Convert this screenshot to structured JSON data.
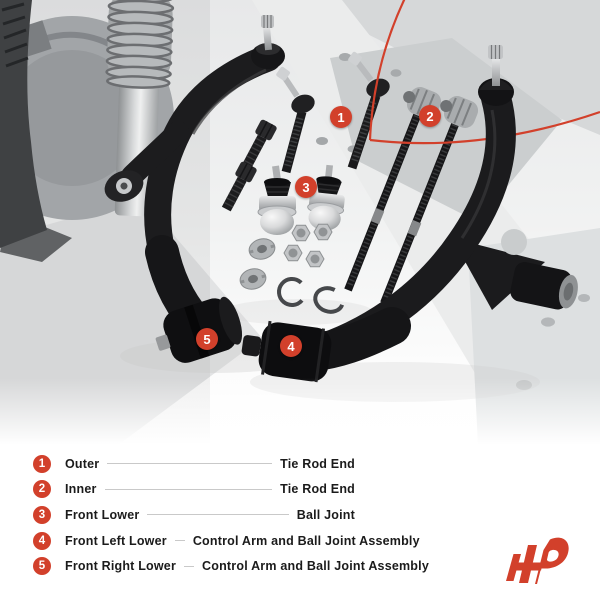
{
  "colors": {
    "accent": "#d2402b",
    "badge_text": "#ffffff",
    "leader_line": "#c9c9c9",
    "legend_text": "#1b1b1b"
  },
  "photo": {
    "description": "grayscale suspension corner with front lower control arm kit parts",
    "markers": [
      {
        "label": "1"
      },
      {
        "label": "2"
      },
      {
        "label": "3"
      },
      {
        "label": "4"
      },
      {
        "label": "5"
      }
    ],
    "parts_depicted": [
      "outer tie rod ends",
      "inner tie rod ends",
      "ball joints",
      "control arm and ball joint assemblies",
      "bolts",
      "washers",
      "nuts",
      "snap rings"
    ]
  },
  "legend": {
    "rows": [
      {
        "num": "1",
        "location": "Outer",
        "part": "Tie Rod End"
      },
      {
        "num": "2",
        "location": "Inner",
        "part": "Tie Rod End"
      },
      {
        "num": "3",
        "location": "Front Lower",
        "part": "Ball Joint"
      },
      {
        "num": "4",
        "location": "Front Left Lower",
        "part": "Control Arm and Ball Joint Assembly"
      },
      {
        "num": "5",
        "location": "Front Right Lower",
        "part": "Control Arm and Ball Joint Assembly"
      }
    ]
  },
  "logo": {
    "alt": "AP brand logo"
  }
}
